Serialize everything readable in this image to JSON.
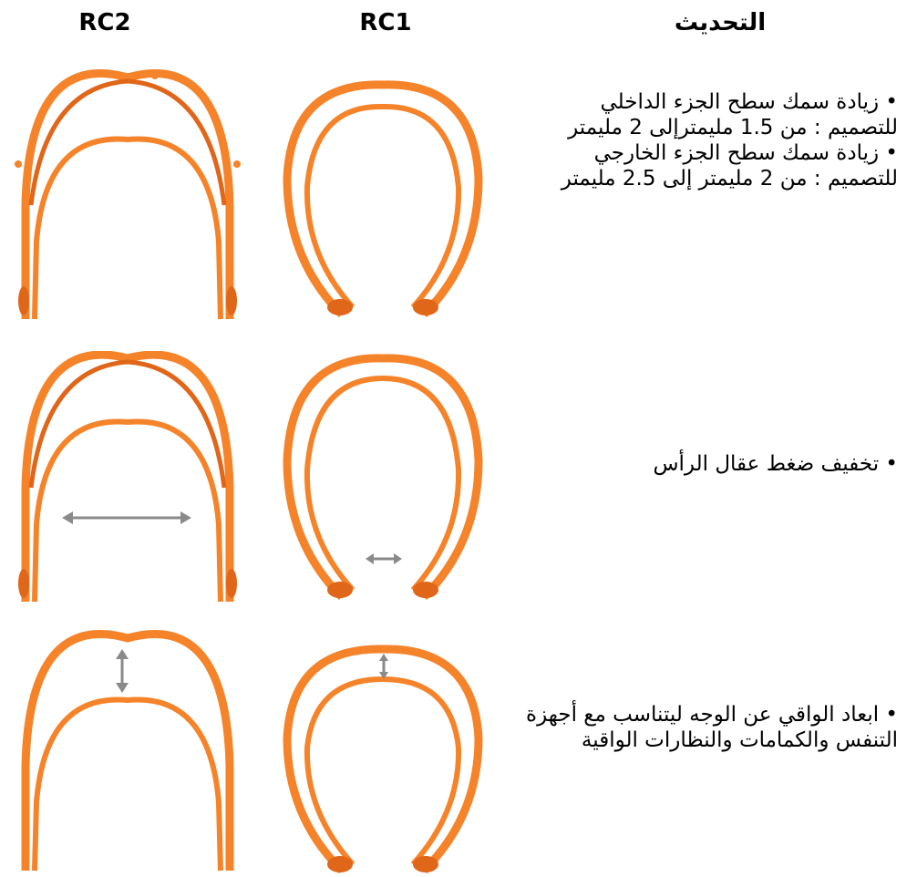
{
  "headers": {
    "rc2": "RC2",
    "rc1": "RC1",
    "update": "التحديث"
  },
  "colors": {
    "frame": "#f5832a",
    "frame_dark": "#e0661a",
    "arrow": "#8a8a8a"
  },
  "rows": [
    {
      "lines": [
        "• زيادة سمك سطح الجزء الداخلي للتصميم : من 1.5 مليمترإلى 2 مليمتر",
        "• زيادة سمك سطح الجزء الخارجي للتصميم : من 2 مليمتر إلى 2.5 مليمتر"
      ]
    },
    {
      "lines": [
        "• تخفيف ضغط عقال الرأس"
      ]
    },
    {
      "lines": [
        "• ابعاد الواقي عن الوجه ليتناسب مع أجهزة التنفس والكمامات والنظارات الواقية"
      ]
    }
  ],
  "images": {
    "rc2": "orange headband frame RC2",
    "rc1": "orange headband frame RC1",
    "arrow": "double-headed arrow"
  }
}
